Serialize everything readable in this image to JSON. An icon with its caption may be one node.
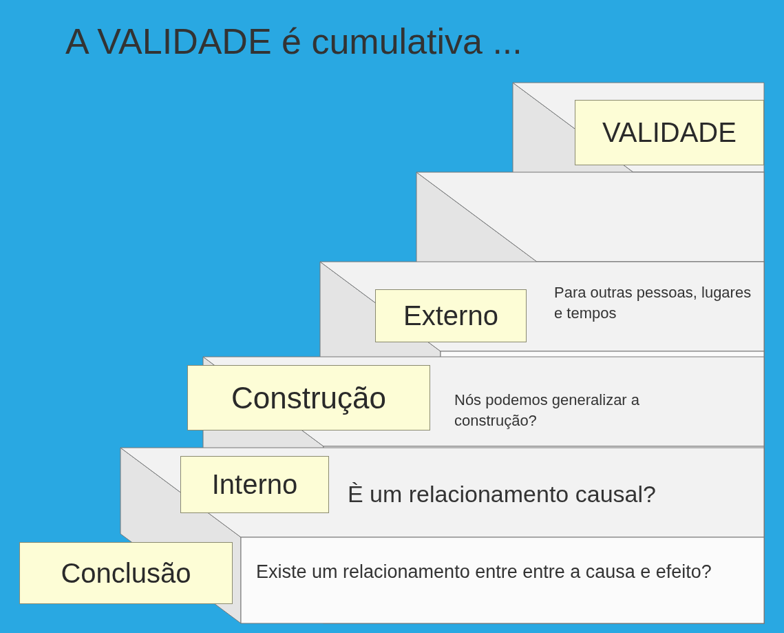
{
  "diagram": {
    "title": "A VALIDADE é cumulativa ...",
    "nodes": [
      {
        "text": [
          "Conclusão"
        ],
        "beside": [
          "Existe um relacionamento entre entre a causa e efeito?"
        ]
      },
      {
        "text": [
          "Interno"
        ],
        "beside": [
          "È um relacionamento causal?"
        ]
      },
      {
        "text": [
          "Construção"
        ],
        "beside": [
          "Nós podemos generalizar a construção?"
        ]
      },
      {
        "text": [
          "Externo"
        ],
        "beside": [
          "Para outras pessoas, lugares e tempos"
        ]
      },
      {
        "text": [
          "VALIDADE"
        ]
      }
    ]
  }
}
